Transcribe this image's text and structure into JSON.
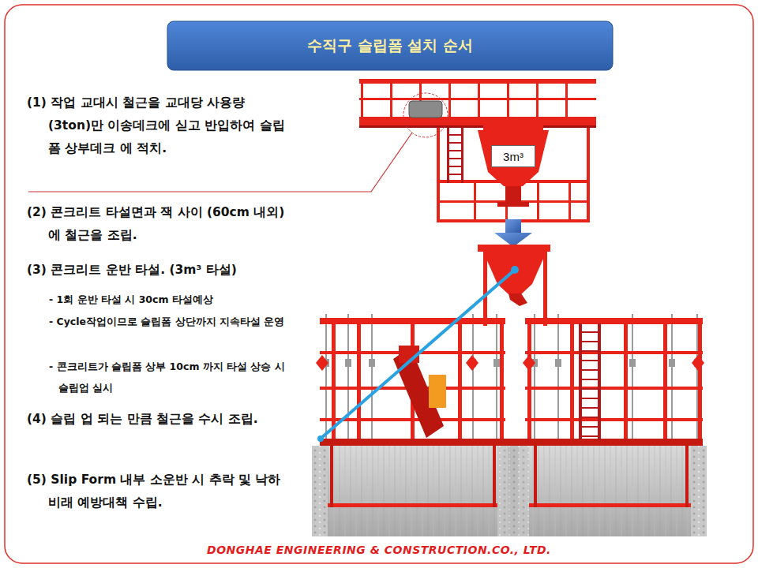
{
  "diagram": {
    "title": "수직구 슬립폼 설치 순서",
    "nodes": [
      {
        "text": [
          "3m³"
        ]
      }
    ],
    "labels": [
      "(1) 작업 교대시 철근을 교대당 사용량(3ton)만 이송데크에 싣고 반입하여 슬립폼 상부데크 에 적치.",
      "(2) 콘크리트 타설면과 잭 사이 (60cm 내외)에 철근을 조립.",
      "(3) 콘크리트 운반 타설. (3m³ 타설)",
      "- 1회 운반 타설 시 30cm 타설예상",
      "- Cycle작업이므로 슬립폼 상단까지 지속타설 운영",
      "- 콘크리트가 슬립폼 상부 10cm 까지 타설 상승 시 슬립업 실시",
      "(4) 슬립 업 되는 만큼 철근을 수시 조립.",
      "(5) Slip Form 내부 소운반 시 추락 및 낙하비래 예방대책 수립.",
      "DONGHAE ENGINEERING & CONSTRUCTION.CO., LTD."
    ]
  }
}
